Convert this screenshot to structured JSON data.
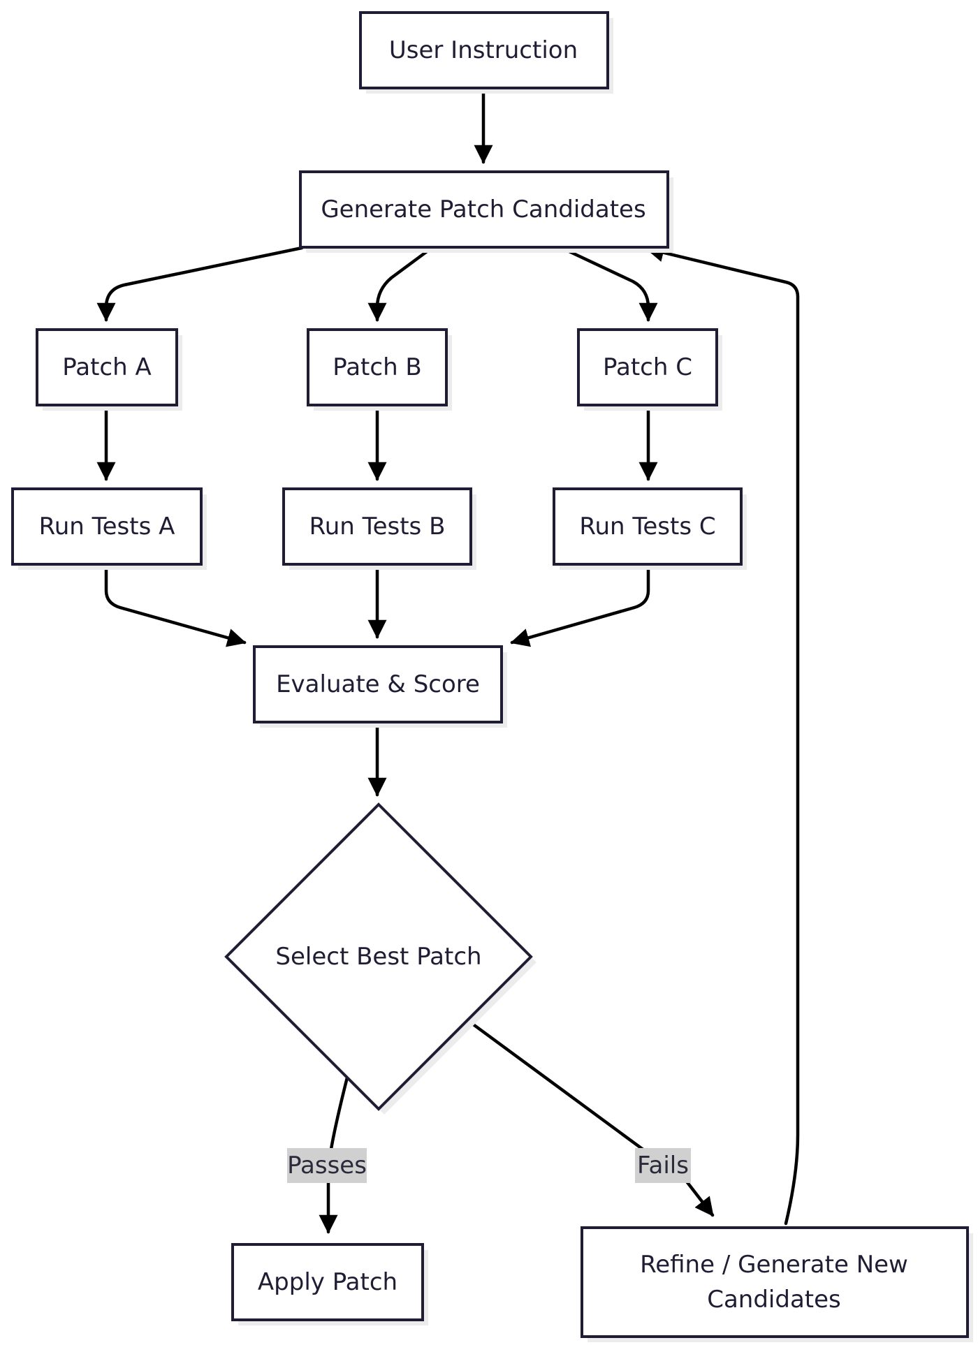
{
  "nodes": {
    "user_instruction": "User Instruction",
    "generate_candidates": "Generate Patch Candidates",
    "patch_a": "Patch A",
    "patch_b": "Patch B",
    "patch_c": "Patch C",
    "run_tests_a": "Run Tests A",
    "run_tests_b": "Run Tests B",
    "run_tests_c": "Run Tests C",
    "evaluate_score": "Evaluate & Score",
    "select_best": "Select Best Patch",
    "apply_patch": "Apply Patch",
    "refine_line1": "Refine / Generate New",
    "refine_line2": "Candidates"
  },
  "edge_labels": {
    "passes": "Passes",
    "fails": "Fails"
  },
  "colors": {
    "node_border": "#1f1d33",
    "text": "#1f1d33",
    "edge": "#000000",
    "edge_label_bg": "#d0d0d0",
    "shadow": "#ececec"
  }
}
